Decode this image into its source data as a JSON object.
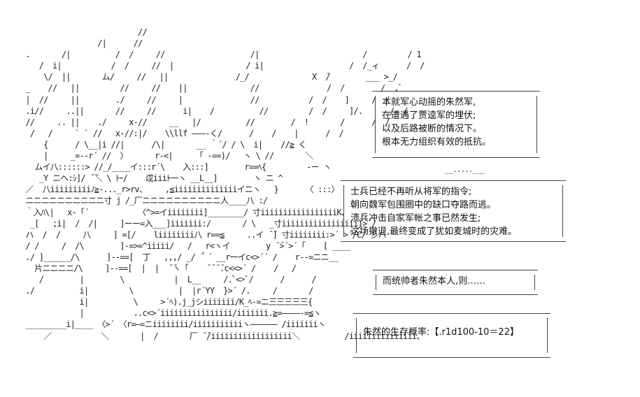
{
  "caption_boxes": [
    {
      "lines": [
        "本就军心动摇的朱然军,",
        "在遭遇了贾逵军的埋伏;",
        "以及后路被断的情况下。",
        "根本无力组织有效的抵抗。"
      ]
    },
    {
      "lines": [
        "士兵已经不再听从将军的指令;",
        "朝向魏军包围圈中的缺口夺路而逃。",
        "溃兵冲击自家军帐之事已然发生;",
        "这场撤退,最终变成了犹如麦城时的灾难。"
      ]
    },
    {
      "lines": [
        "而统帅者朱然本人,则……"
      ]
    },
    {
      "lines": [
        "朱然的生存概率:【.r1d100-10＝22】"
      ]
    }
  ],
  "decorative_dots": "__.....___"
}
